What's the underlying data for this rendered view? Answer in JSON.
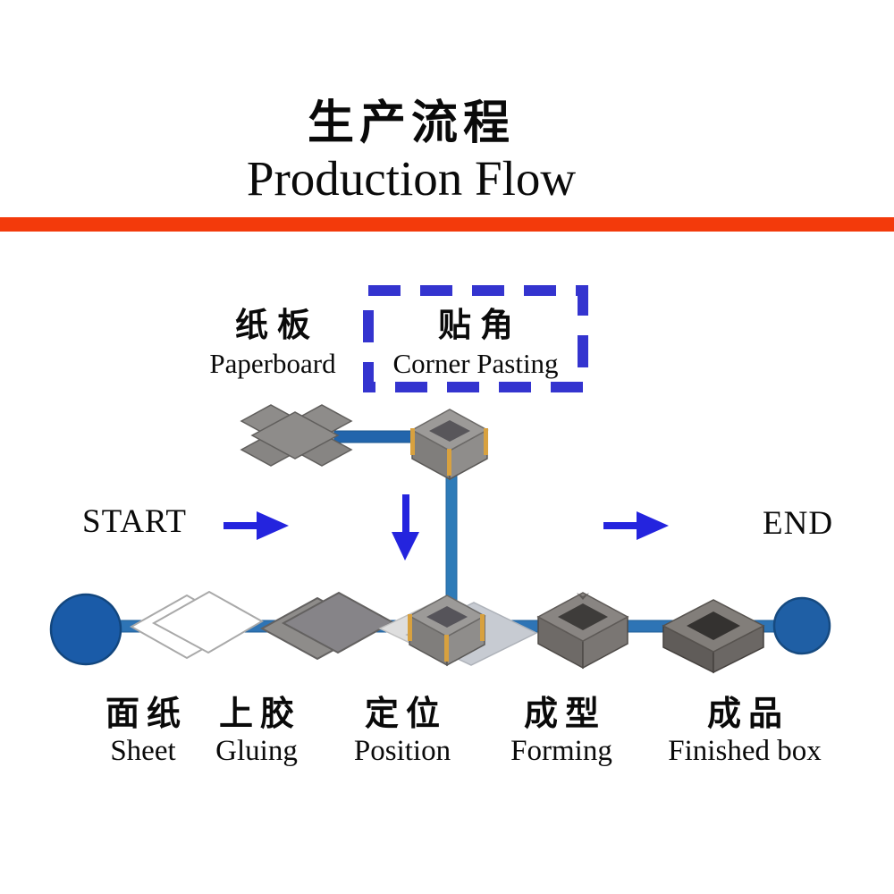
{
  "title": {
    "zh": "生产流程",
    "en": "Production Flow"
  },
  "top_nodes": {
    "paperboard": {
      "zh": "纸板",
      "en": "Paperboard"
    },
    "corner_pasting": {
      "zh": "贴角",
      "en": "Corner Pasting"
    }
  },
  "flow_markers": {
    "start": "START",
    "end": "END"
  },
  "steps": [
    {
      "zh": "面纸",
      "en": "Sheet"
    },
    {
      "zh": "上胶",
      "en": "Gluing"
    },
    {
      "zh": "定位",
      "en": "Position"
    },
    {
      "zh": "成型",
      "en": "Forming"
    },
    {
      "zh": "成品",
      "en": "Finished box"
    }
  ],
  "colors": {
    "divider": "#F33A0B",
    "arrow_blue": "#2424DE",
    "dashed_frame_blue": "#3434CF",
    "connector_blue": "#2E74B5",
    "node_circle_blue": "#1A5BA8",
    "corner_tape_orange": "#D8A13F",
    "board_gray": "#8E8C8A"
  }
}
